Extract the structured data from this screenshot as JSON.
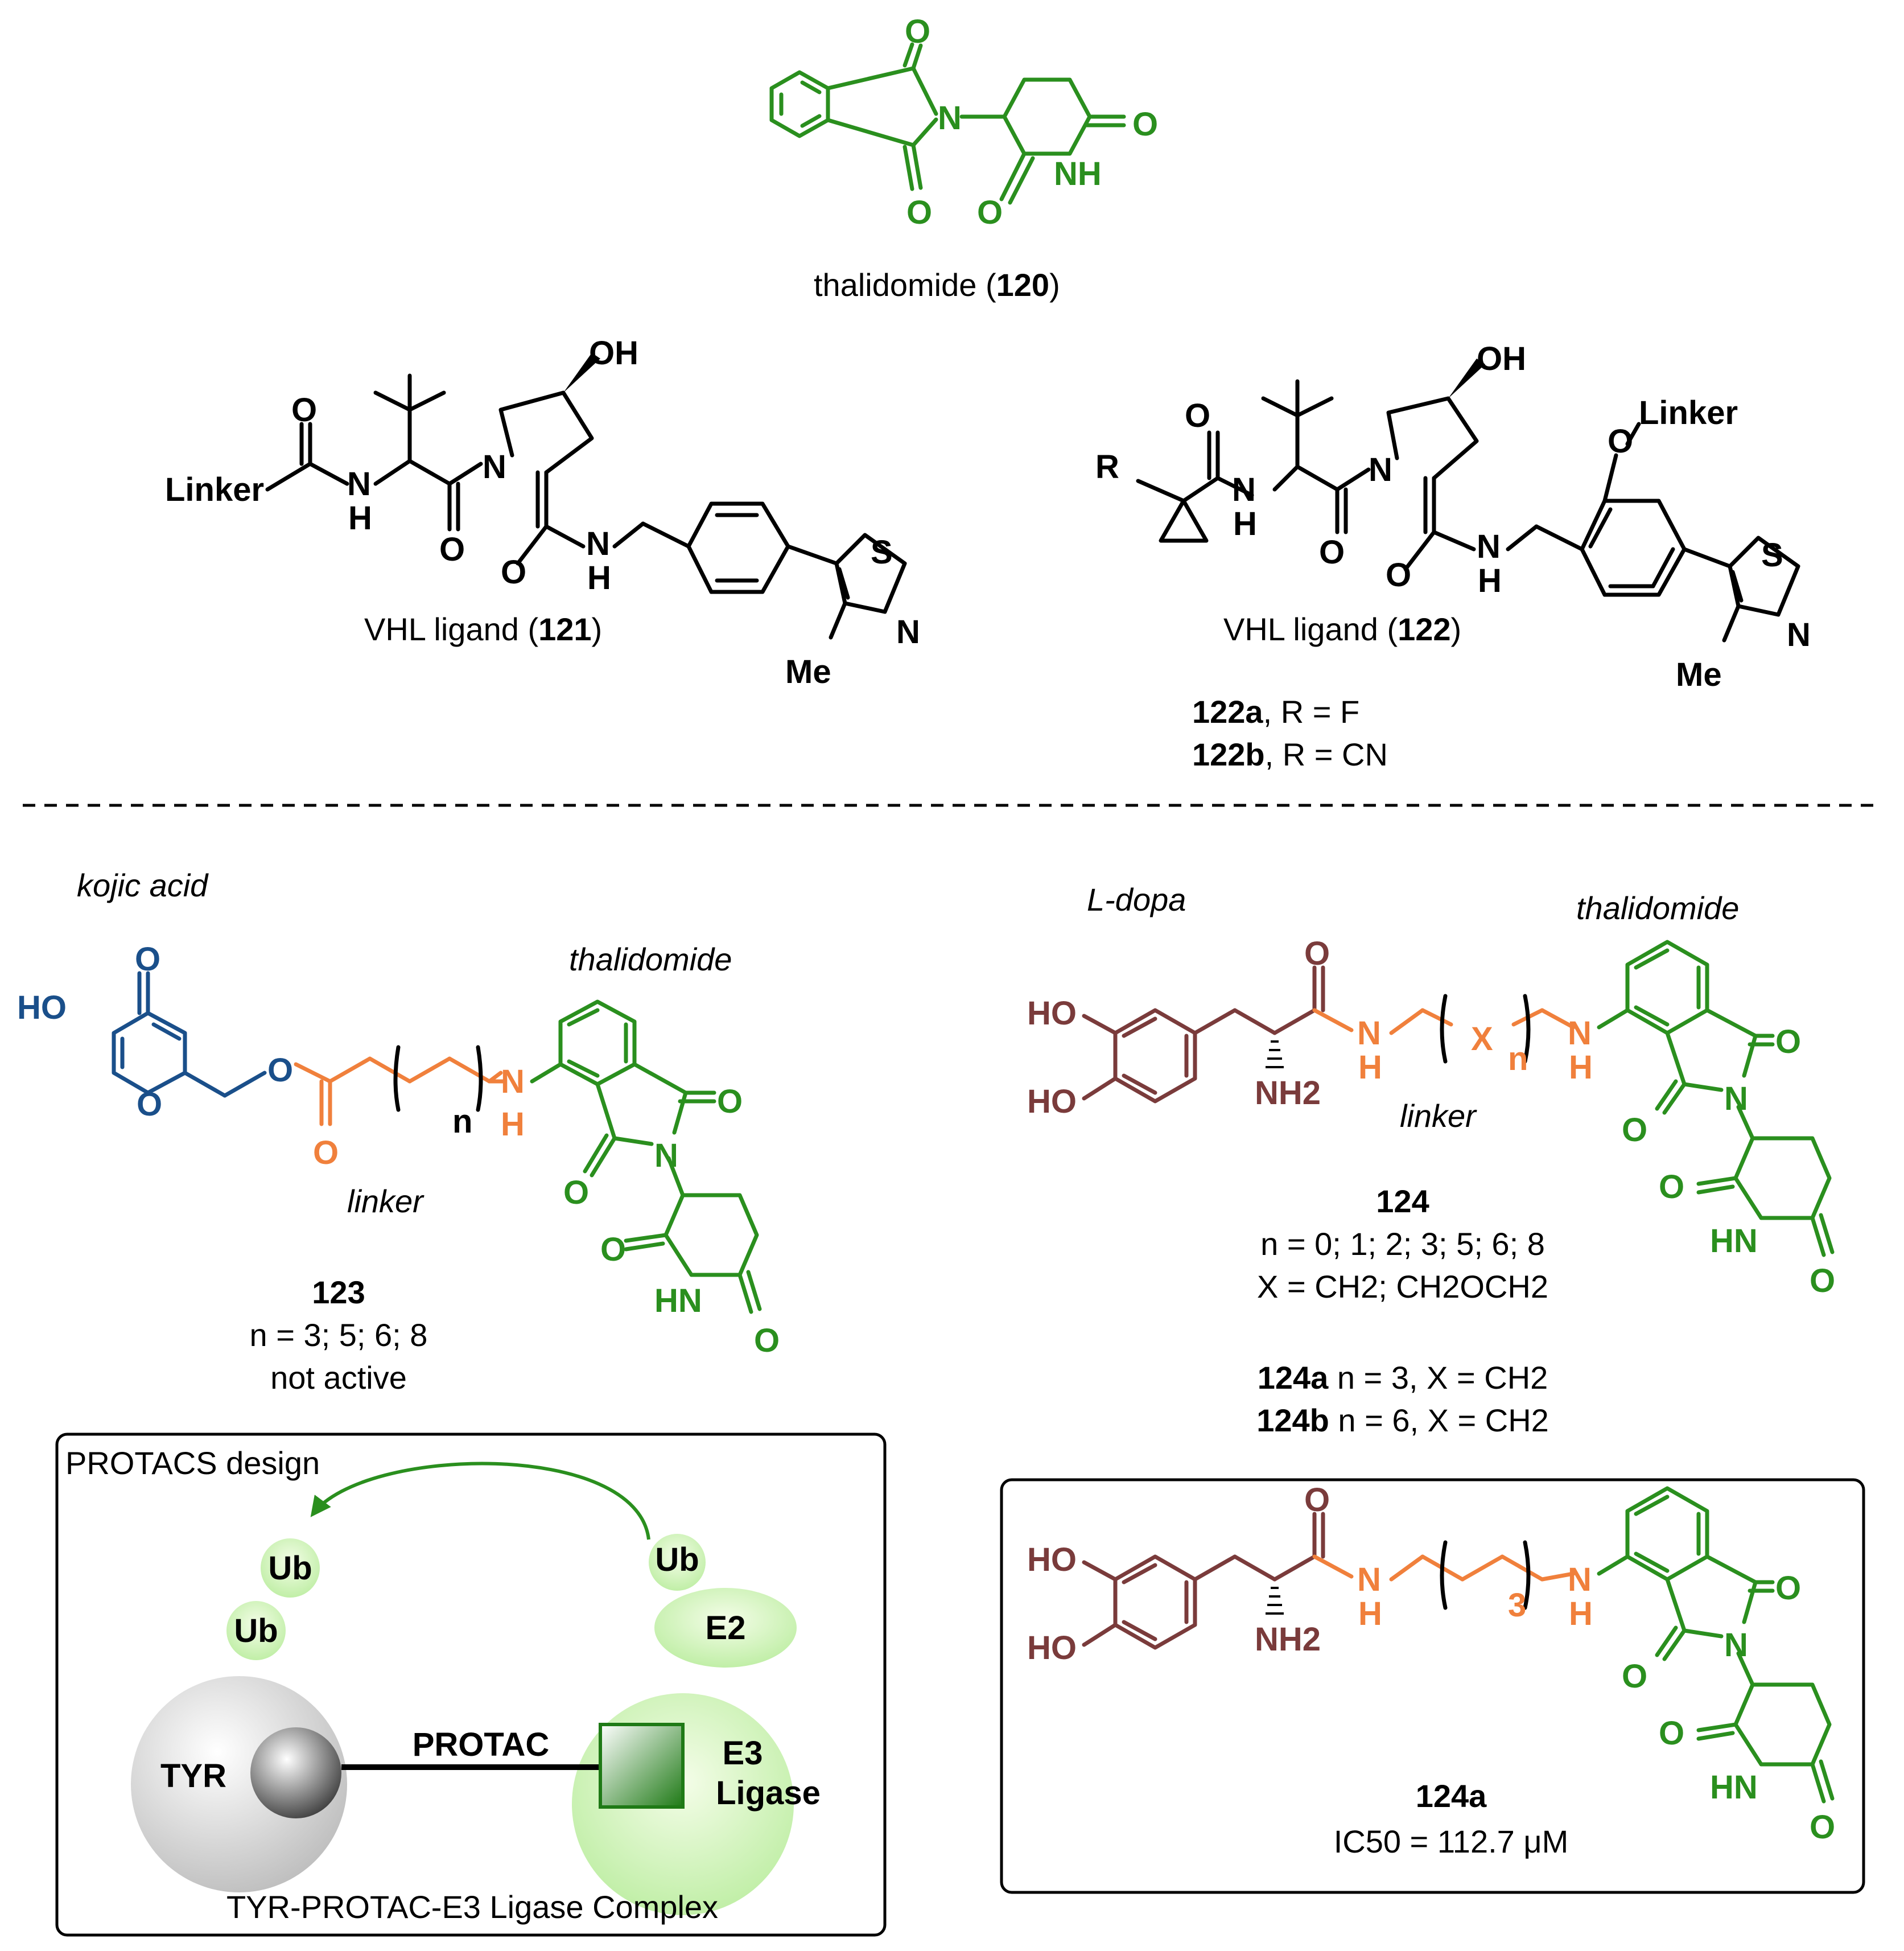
{
  "compounds": {
    "c120": {
      "name": "thalidomide",
      "id": "120"
    },
    "c121": {
      "name": "VHL ligand",
      "id": "121"
    },
    "c122": {
      "name": "VHL ligand",
      "id": "122"
    },
    "c122a": {
      "id": "122a",
      "text": ", R = F"
    },
    "c122b": {
      "id": "122b",
      "text": ", R = CN"
    },
    "c123": {
      "id": "123",
      "n_values": "n = 3; 5; 6; 8",
      "note": "not active"
    },
    "c124": {
      "id": "124",
      "n_values": "n = 0; 1; 2; 3; 5; 6; 8",
      "x_values": "X = CH2; CH2OCH2"
    },
    "c124a_def": {
      "id": "124a",
      "text": " n = 3, X = CH2"
    },
    "c124b_def": {
      "id": "124b",
      "text": " n = 6, X = CH2"
    },
    "c124a": {
      "id": "124a",
      "ic50_label": "IC50",
      "ic50_value": " = 112.7 μM"
    }
  },
  "fragment_labels": {
    "kojic_acid": "kojic acid",
    "thalidomide": "thalidomide",
    "linker": "linker",
    "l_dopa": "L-dopa"
  },
  "atom_labels": {
    "O": "O",
    "N": "N",
    "NH": "NH",
    "HN": "HN",
    "H": "H",
    "OH": "OH",
    "HO": "HO",
    "S": "S",
    "Me": "Me",
    "R": "R",
    "Linker": "Linker",
    "NH2": "NH2",
    "n": "n",
    "X": "X",
    "three": "3"
  },
  "protacs_box": {
    "title": "PROTACS design",
    "ub": "Ub",
    "e2": "E2",
    "tyr": "TYR",
    "protac": "PROTAC",
    "e3_line1": "E3",
    "e3_line2": "Ligase",
    "caption": "TYR-PROTAC-E3 Ligase Complex"
  },
  "colors": {
    "thalidomide": "#2a8f1e",
    "linker": "#f0803c",
    "kojic": "#1a4f8a",
    "ldopa": "#7a3b3b"
  }
}
